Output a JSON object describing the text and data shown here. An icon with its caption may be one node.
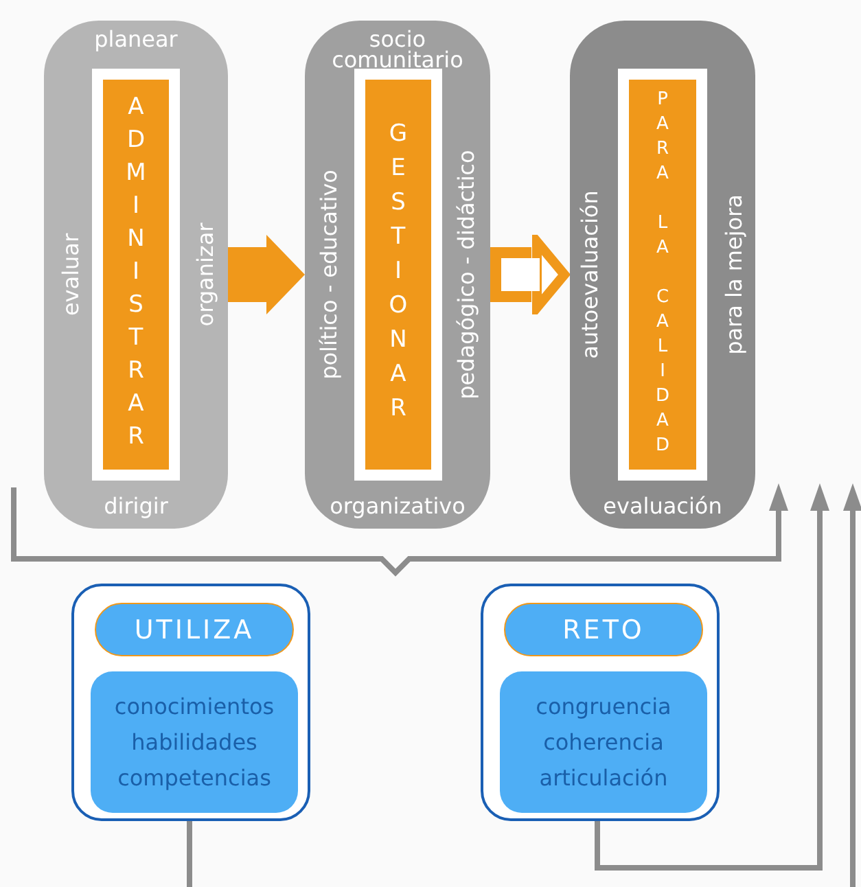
{
  "diagram": {
    "nodes": [
      {
        "text": [
          "planear",
          "evaluar",
          "organizar",
          "dirigir"
        ]
      },
      {
        "text": [
          "ADMINISTRAR"
        ],
        "in": 0
      },
      {
        "text": [
          "socio comunitario",
          "político - educativo",
          "pedagógico - didáctico",
          "organizativo"
        ]
      },
      {
        "text": [
          "GESTIONAR"
        ],
        "in": 2
      },
      {
        "text": [
          "autoevaluación",
          "para la mejora",
          "evaluación"
        ]
      },
      {
        "text": [
          "PARA LA CALIDAD"
        ],
        "in": 4
      },
      {
        "text": [],
        "shape": "box"
      },
      {
        "text": [
          "UTILIZA"
        ],
        "in": 6
      },
      {
        "text": [
          "conocimientos habilidades competencias"
        ],
        "in": 6
      },
      {
        "text": [],
        "shape": "box"
      },
      {
        "text": [
          "RETO"
        ],
        "in": 9
      },
      {
        "text": [
          "congruencia coherencia articulación"
        ],
        "in": 9
      }
    ],
    "edges": [
      {
        "from": 0,
        "to": 2,
        "arrow": "to",
        "style": "thick",
        "color": "#f0981a"
      },
      {
        "from": 2,
        "to": 4,
        "arrow": "to",
        "style": "thick",
        "color": "#f0981a"
      },
      {
        "from": null,
        "to": 4,
        "arrow": "to"
      },
      {
        "from": 6,
        "to": null,
        "arrow": "none"
      },
      {
        "from": 9,
        "to": 4,
        "arrow": "to"
      },
      {
        "from": null,
        "to": 4,
        "arrow": "to"
      }
    ]
  }
}
